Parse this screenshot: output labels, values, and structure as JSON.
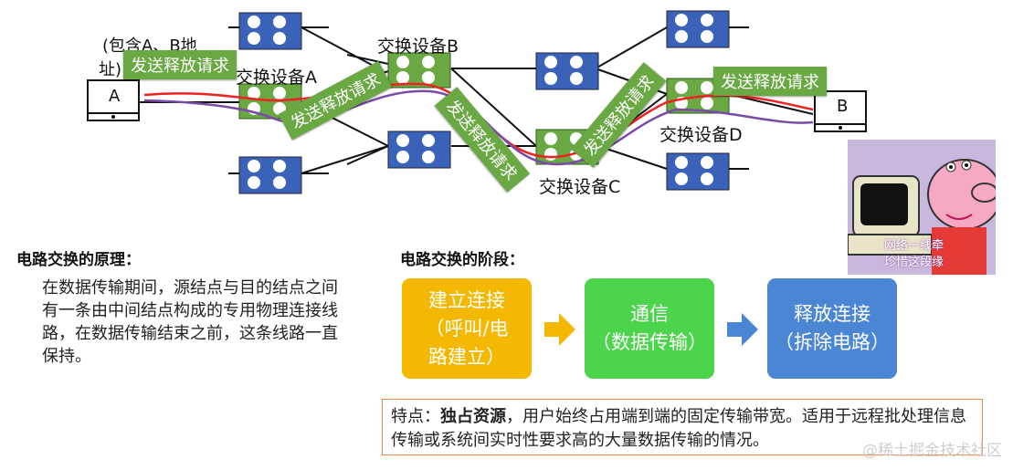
{
  "diagram": {
    "computer_a_label": "A",
    "computer_b_label": "B",
    "note_a": "(包含A、B地址)",
    "note_a_line1": "(包含A、B地",
    "note_a_line2": "址)",
    "switch_a": "交换设备A",
    "switch_b": "交换设备B",
    "switch_c": "交换设备C",
    "switch_d": "交换设备D",
    "release_request": "发送释放请求",
    "colors": {
      "switch_fill": "#6aa844",
      "node_fill": "#3a62b9",
      "red_path": "#ee2222",
      "purple_path": "#7a4aa8"
    }
  },
  "principle": {
    "heading": "电路交换的原理：",
    "text": "在数据传输期间，源结点与目的结点之间有一条由中间结点构成的专用物理连接线路，在数据传输结束之前，这条线路一直保持。"
  },
  "stages": {
    "heading": "电路交换的阶段：",
    "items": [
      {
        "line1": "建立连接",
        "line2": "（呼叫/电",
        "line3": "路建立）",
        "color": "#f5b800"
      },
      {
        "line1": "通信",
        "line2": "（数据传输）",
        "line3": "",
        "color": "#4cd44c"
      },
      {
        "line1": "释放连接",
        "line2": "（拆除电路）",
        "line3": "",
        "color": "#4a86d4"
      }
    ]
  },
  "feature": {
    "prefix": "特点：",
    "emph": "独占资源",
    "text": "，用户始终占用端到端的固定传输带宽。适用于远程批处理信息传输或系统间实时性要求高的大量数据传输的情况。"
  },
  "cartoon": {
    "caption_line1": "网络一线牵",
    "caption_line2": "珍惜这段缘"
  },
  "watermark": "@稀土掘金技术社区"
}
